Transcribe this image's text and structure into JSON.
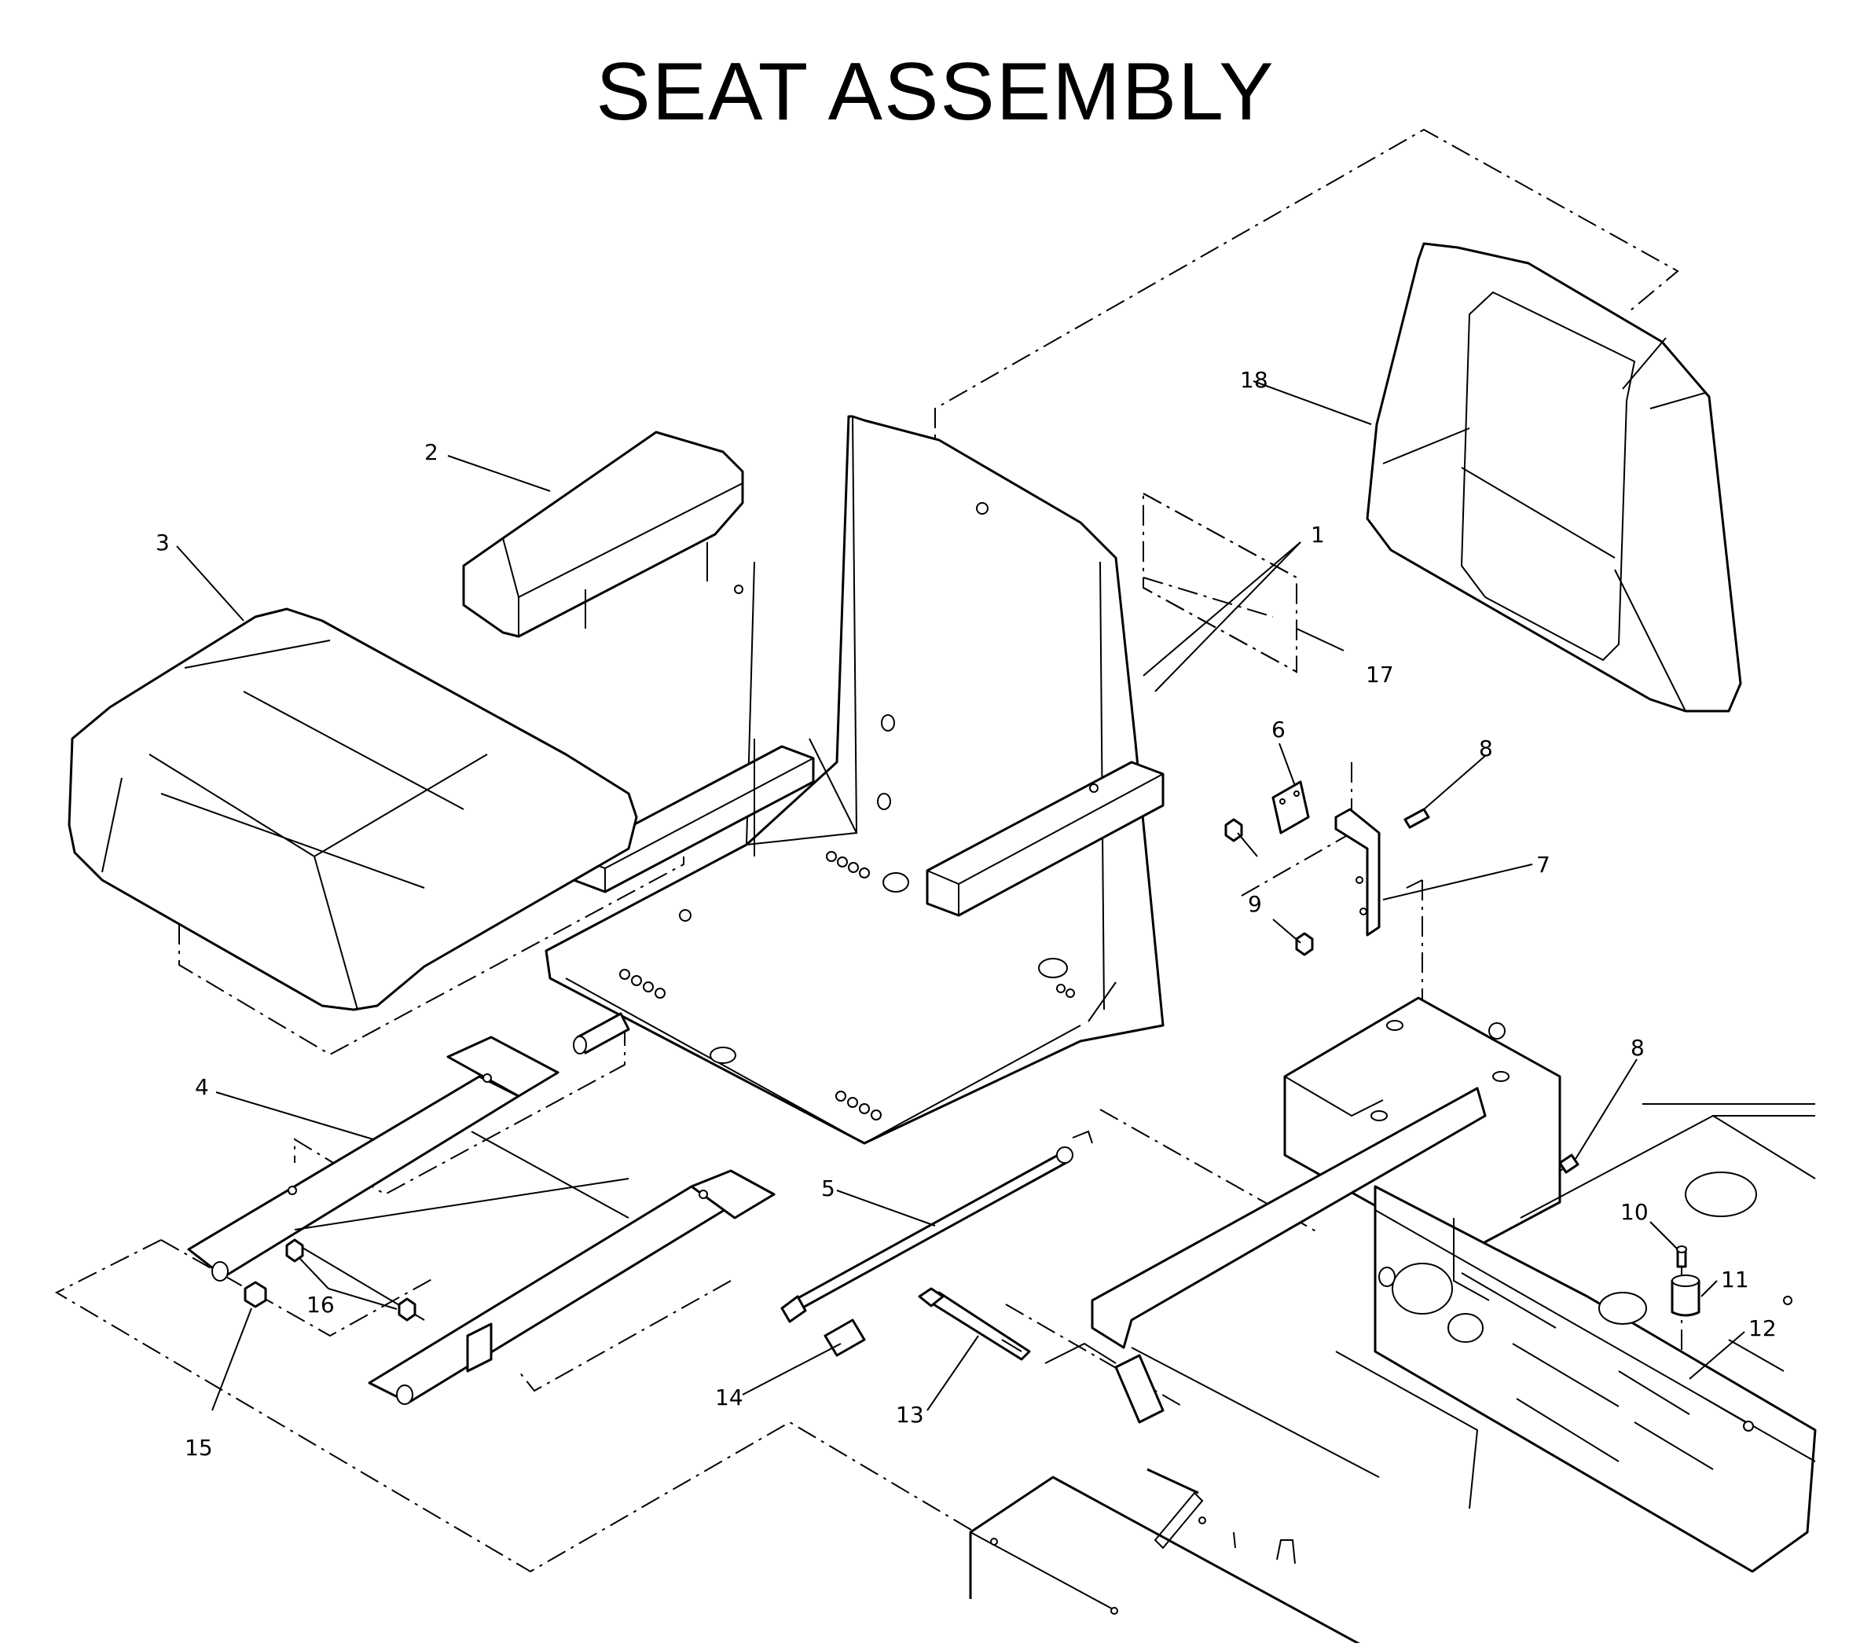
{
  "title": "SEAT ASSEMBLY",
  "callouts": [
    {
      "id": "1",
      "label": "1",
      "part": "seat-pan"
    },
    {
      "id": "2",
      "label": "2",
      "part": "armrest"
    },
    {
      "id": "3",
      "label": "3",
      "part": "seat-cushion"
    },
    {
      "id": "4",
      "label": "4",
      "part": "seat-slide-rails"
    },
    {
      "id": "5",
      "label": "5",
      "part": "seat-rod"
    },
    {
      "id": "6",
      "label": "6",
      "part": "small-plate"
    },
    {
      "id": "7",
      "label": "7",
      "part": "seat-switch-bracket"
    },
    {
      "id": "8a",
      "label": "8",
      "part": "bolt"
    },
    {
      "id": "8b",
      "label": "8",
      "part": "bolt"
    },
    {
      "id": "9",
      "label": "9",
      "part": "nuts"
    },
    {
      "id": "10",
      "label": "10",
      "part": "screw"
    },
    {
      "id": "11",
      "label": "11",
      "part": "bumper"
    },
    {
      "id": "12",
      "label": "12",
      "part": "washer"
    },
    {
      "id": "13",
      "label": "13",
      "part": "long-bolt"
    },
    {
      "id": "14",
      "label": "14",
      "part": "bolt"
    },
    {
      "id": "15",
      "label": "15",
      "part": "nut"
    },
    {
      "id": "16",
      "label": "16",
      "part": "nuts"
    },
    {
      "id": "17",
      "label": "17",
      "part": "backing-plate"
    },
    {
      "id": "18",
      "label": "18",
      "part": "seat-back-cushion"
    }
  ]
}
